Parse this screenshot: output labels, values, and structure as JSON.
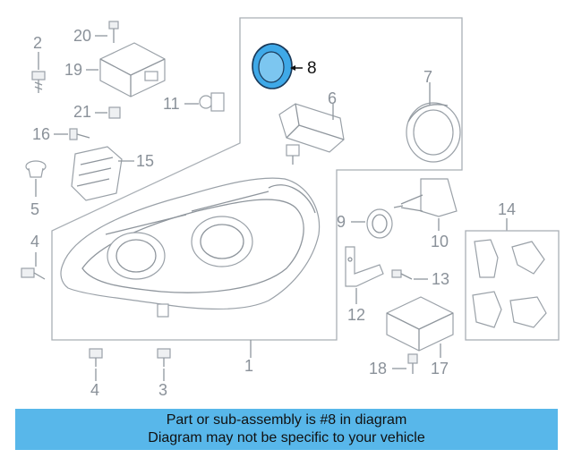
{
  "banner": {
    "line1": "Part or sub-assembly is #8 in diagram",
    "line2": "Diagram may not be specific to your vehicle"
  },
  "callouts": {
    "c1": "1",
    "c2": "2",
    "c3": "3",
    "c4a": "4",
    "c4b": "4",
    "c5": "5",
    "c6": "6",
    "c7": "7",
    "c8": "8",
    "c9": "9",
    "c10": "10",
    "c11": "11",
    "c12": "12",
    "c13": "13",
    "c14": "14",
    "c15": "15",
    "c16": "16",
    "c17": "17",
    "c18": "18",
    "c19": "19",
    "c20": "20",
    "c21": "21"
  },
  "highlighted_part": "8",
  "colors": {
    "highlight": "#3fa9e8",
    "banner": "#58b7ea",
    "linework": "#9aa1a8"
  }
}
